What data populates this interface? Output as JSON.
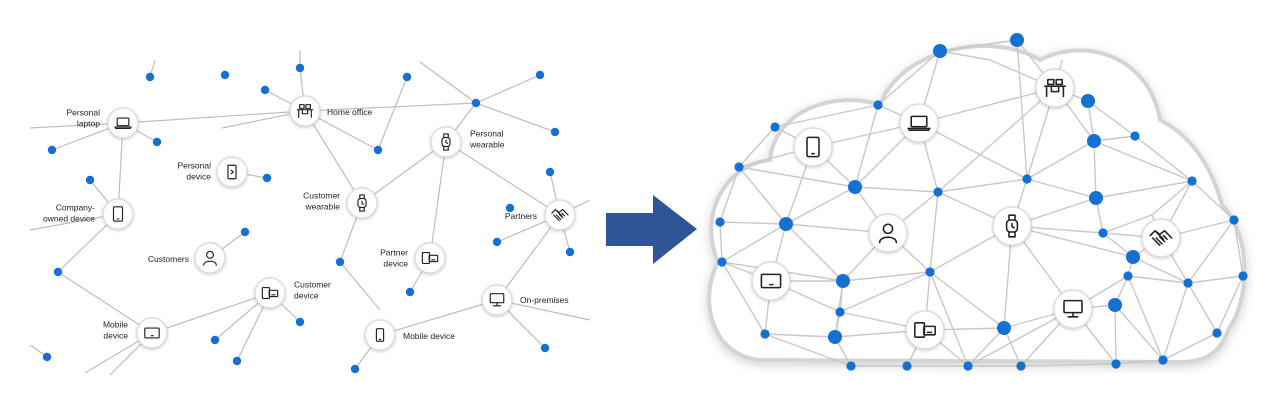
{
  "colors": {
    "dot": "#1570d3",
    "edge": "#bdbdbd",
    "arrow": "#2f5597",
    "cloud_outline": "#d4d4d4"
  },
  "left_network": {
    "nodes": [
      {
        "id": "personal-laptop",
        "icon": "laptop-icon",
        "label_lines": [
          "Personal",
          "laptop"
        ]
      },
      {
        "id": "home-office",
        "icon": "desk-icon",
        "label_lines": [
          "Home office"
        ]
      },
      {
        "id": "personal-wearable",
        "icon": "watch-icon",
        "label_lines": [
          "Personal",
          "wearable"
        ]
      },
      {
        "id": "personal-device",
        "icon": "phone-icon",
        "label_lines": [
          "Personal",
          "device"
        ]
      },
      {
        "id": "customer-wearable",
        "icon": "watch-icon",
        "label_lines": [
          "Customer",
          "wearable"
        ]
      },
      {
        "id": "company-owned-device",
        "icon": "tablet-icon",
        "label_lines": [
          "Company-",
          "owned device"
        ]
      },
      {
        "id": "partners",
        "icon": "handshake-icon",
        "label_lines": [
          "Partners"
        ]
      },
      {
        "id": "customers",
        "icon": "person-icon",
        "label_lines": [
          "Customers"
        ]
      },
      {
        "id": "partner-device",
        "icon": "devices-icon",
        "label_lines": [
          "Partner",
          "device"
        ]
      },
      {
        "id": "customer-device",
        "icon": "devices-icon",
        "label_lines": [
          "Customer",
          "device"
        ]
      },
      {
        "id": "on-premises",
        "icon": "monitor-icon",
        "label_lines": [
          "On-premises"
        ]
      },
      {
        "id": "mobile-device-left",
        "icon": "tablet-landscape-icon",
        "label_lines": [
          "Mobile",
          "device"
        ]
      },
      {
        "id": "mobile-device",
        "icon": "phone-small-icon",
        "label_lines": [
          "Mobile device"
        ]
      }
    ]
  },
  "arrow": {
    "icon": "right-arrow-icon"
  },
  "cloud_network": {
    "nodes": [
      {
        "id": "cloud-phone",
        "icon": "tablet-icon"
      },
      {
        "id": "cloud-laptop",
        "icon": "laptop-icon"
      },
      {
        "id": "cloud-desk",
        "icon": "desk-icon"
      },
      {
        "id": "cloud-person",
        "icon": "person-icon"
      },
      {
        "id": "cloud-watch",
        "icon": "watch-icon"
      },
      {
        "id": "cloud-handshake",
        "icon": "handshake-icon"
      },
      {
        "id": "cloud-tablet",
        "icon": "tablet-landscape-icon"
      },
      {
        "id": "cloud-devices",
        "icon": "devices-icon"
      },
      {
        "id": "cloud-monitor",
        "icon": "monitor-icon"
      }
    ]
  }
}
